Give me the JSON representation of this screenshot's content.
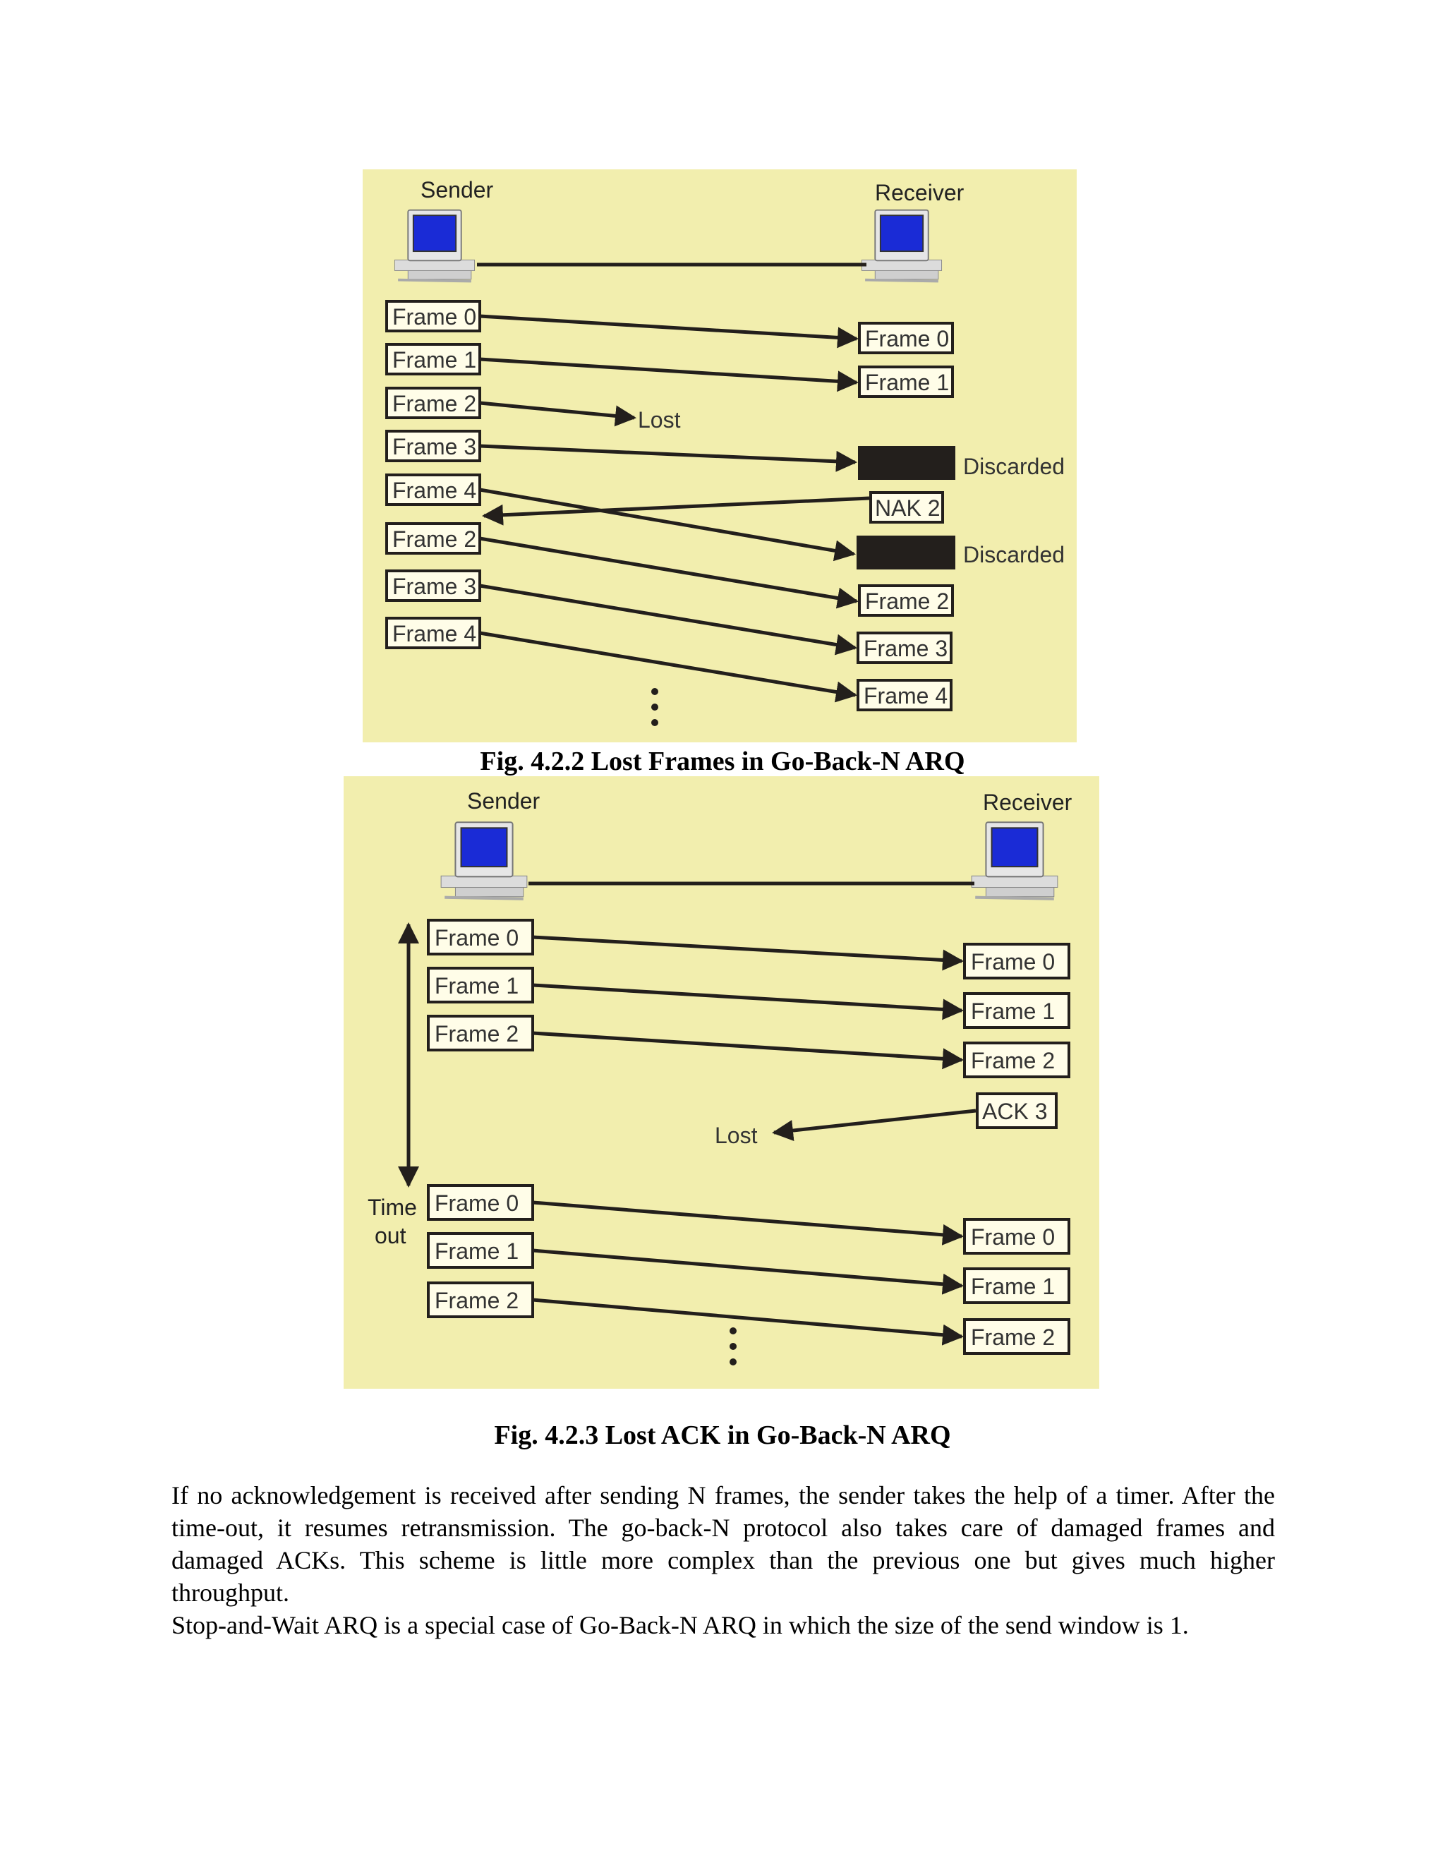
{
  "fig1": {
    "sender": "Sender",
    "receiver": "Receiver",
    "sender_frames": [
      "Frame 0",
      "Frame 1",
      "Frame 2",
      "Frame 3",
      "Frame 4",
      "Frame 2",
      "Frame 3",
      "Frame 4"
    ],
    "receiver_frames": [
      "Frame 0",
      "Frame 1",
      "Frame 2",
      "Frame 3",
      "Frame 4"
    ],
    "lost": "Lost",
    "discarded_1": "Discarded",
    "discarded_2": "Discarded",
    "nak": "NAK 2",
    "caption": "Fig. 4.2.2 Lost Frames in Go-Back-N ARQ"
  },
  "fig2": {
    "sender": "Sender",
    "receiver": "Receiver",
    "sender_frames": [
      "Frame 0",
      "Frame 1",
      "Frame 2",
      "Frame 0",
      "Frame 1",
      "Frame 2"
    ],
    "receiver_frames": [
      "Frame 0",
      "Frame 1",
      "Frame 2",
      "Frame 0",
      "Frame 1",
      "Frame 2"
    ],
    "ack": "ACK 3",
    "lost": "Lost",
    "timeout_1": "Time",
    "timeout_2": "out",
    "caption": "Fig. 4.2.3 Lost ACK in Go-Back-N ARQ"
  },
  "text": {
    "paragraph_1": "If no acknowledgement is received after sending N frames, the sender takes the help of a timer. After the time-out, it resumes retransmission. The go-back-N protocol also takes care of damaged frames and damaged ACKs. This scheme is little more complex than the previous one but gives much higher throughput.",
    "paragraph_2": "Stop-and-Wait ARQ is a special case of Go-Back-N ARQ in which the size of the send window is 1."
  }
}
